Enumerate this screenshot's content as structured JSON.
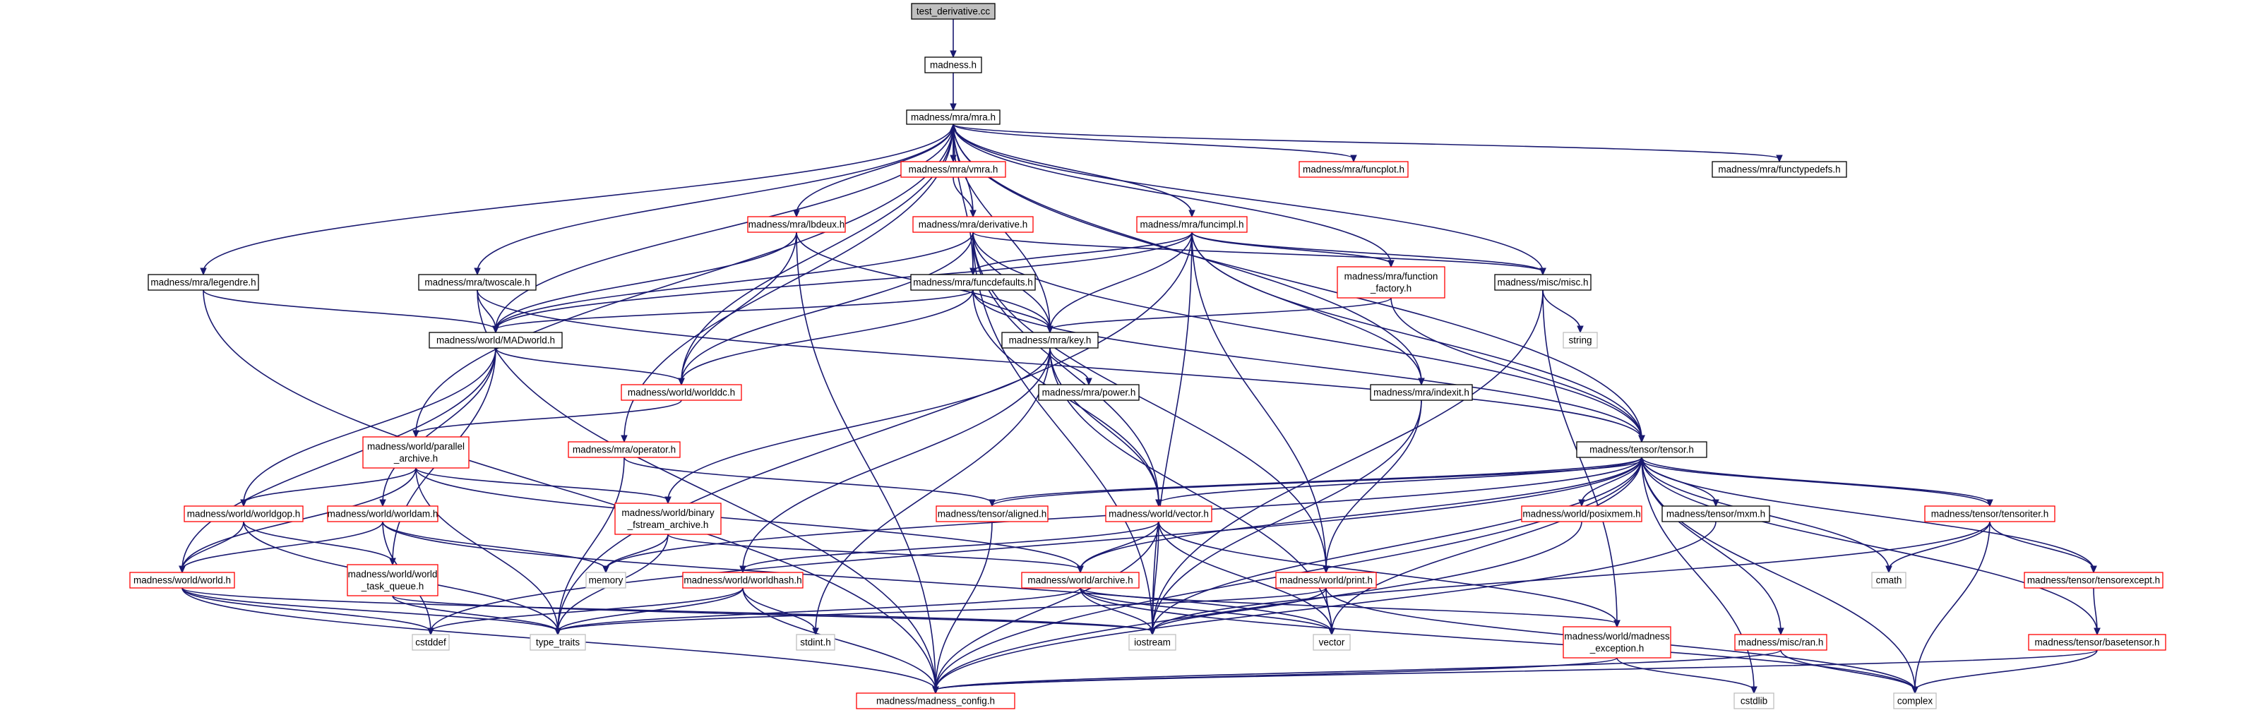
{
  "colors": {
    "edge": "#191970",
    "root_fill": "#bfbfbf",
    "border_documented": "#000000",
    "border_undocumented": "#ff0000",
    "border_system": "#bfbfbf"
  },
  "nodes": [
    {
      "id": "test_derivative",
      "lines": [
        "test_derivative.cc"
      ],
      "style": "root"
    },
    {
      "id": "madness_h",
      "lines": [
        "madness.h"
      ],
      "style": "documented"
    },
    {
      "id": "mra_h",
      "lines": [
        "madness/mra/mra.h"
      ],
      "style": "documented"
    },
    {
      "id": "vmra_h",
      "lines": [
        "madness/mra/vmra.h"
      ],
      "style": "undocumented"
    },
    {
      "id": "funcplot_h",
      "lines": [
        "madness/mra/funcplot.h"
      ],
      "style": "undocumented"
    },
    {
      "id": "functypedefs_h",
      "lines": [
        "madness/mra/functypedefs.h"
      ],
      "style": "documented"
    },
    {
      "id": "lbdeux_h",
      "lines": [
        "madness/mra/lbdeux.h"
      ],
      "style": "undocumented"
    },
    {
      "id": "derivative_h",
      "lines": [
        "madness/mra/derivative.h"
      ],
      "style": "undocumented"
    },
    {
      "id": "funcimpl_h",
      "lines": [
        "madness/mra/funcimpl.h"
      ],
      "style": "undocumented"
    },
    {
      "id": "legendre_h",
      "lines": [
        "madness/mra/legendre.h"
      ],
      "style": "documented"
    },
    {
      "id": "twoscale_h",
      "lines": [
        "madness/mra/twoscale.h"
      ],
      "style": "documented"
    },
    {
      "id": "funcdefaults_h",
      "lines": [
        "madness/mra/funcdefaults.h"
      ],
      "style": "documented"
    },
    {
      "id": "function_factory_h",
      "lines": [
        "madness/mra/function",
        "_factory.h"
      ],
      "style": "undocumented"
    },
    {
      "id": "misc_h",
      "lines": [
        "madness/misc/misc.h"
      ],
      "style": "documented"
    },
    {
      "id": "string",
      "lines": [
        "string"
      ],
      "style": "system"
    },
    {
      "id": "madworld_h",
      "lines": [
        "madness/world/MADworld.h"
      ],
      "style": "documented"
    },
    {
      "id": "key_h",
      "lines": [
        "madness/mra/key.h"
      ],
      "style": "documented"
    },
    {
      "id": "worlddc_h",
      "lines": [
        "madness/world/worlddc.h"
      ],
      "style": "undocumented"
    },
    {
      "id": "power_h",
      "lines": [
        "madness/mra/power.h"
      ],
      "style": "documented"
    },
    {
      "id": "indexit_h",
      "lines": [
        "madness/mra/indexit.h"
      ],
      "style": "documented"
    },
    {
      "id": "parallel_archive_h",
      "lines": [
        "madness/world/parallel",
        "_archive.h"
      ],
      "style": "undocumented"
    },
    {
      "id": "operator_h",
      "lines": [
        "madness/mra/operator.h"
      ],
      "style": "undocumented"
    },
    {
      "id": "tensor_h",
      "lines": [
        "madness/tensor/tensor.h"
      ],
      "style": "documented"
    },
    {
      "id": "worldgop_h",
      "lines": [
        "madness/world/worldgop.h"
      ],
      "style": "undocumented"
    },
    {
      "id": "worldam_h",
      "lines": [
        "madness/world/worldam.h"
      ],
      "style": "undocumented"
    },
    {
      "id": "binary_fstream_h",
      "lines": [
        "madness/world/binary",
        "_fstream_archive.h"
      ],
      "style": "undocumented"
    },
    {
      "id": "aligned_h",
      "lines": [
        "madness/tensor/aligned.h"
      ],
      "style": "undocumented"
    },
    {
      "id": "vector_h",
      "lines": [
        "madness/world/vector.h"
      ],
      "style": "undocumented"
    },
    {
      "id": "posixmem_h",
      "lines": [
        "madness/world/posixmem.h"
      ],
      "style": "undocumented"
    },
    {
      "id": "mxm_h",
      "lines": [
        "madness/tensor/mxm.h"
      ],
      "style": "documented"
    },
    {
      "id": "tensoriter_h",
      "lines": [
        "madness/tensor/tensoriter.h"
      ],
      "style": "undocumented"
    },
    {
      "id": "world_h",
      "lines": [
        "madness/world/world.h"
      ],
      "style": "undocumented"
    },
    {
      "id": "task_queue_h",
      "lines": [
        "madness/world/world",
        "_task_queue.h"
      ],
      "style": "undocumented"
    },
    {
      "id": "memory",
      "lines": [
        "memory"
      ],
      "style": "system"
    },
    {
      "id": "worldhash_h",
      "lines": [
        "madness/world/worldhash.h"
      ],
      "style": "undocumented"
    },
    {
      "id": "archive_h",
      "lines": [
        "madness/world/archive.h"
      ],
      "style": "undocumented"
    },
    {
      "id": "print_h",
      "lines": [
        "madness/world/print.h"
      ],
      "style": "undocumented"
    },
    {
      "id": "cmath",
      "lines": [
        "cmath"
      ],
      "style": "system"
    },
    {
      "id": "tensorexcept_h",
      "lines": [
        "madness/tensor/tensorexcept.h"
      ],
      "style": "undocumented"
    },
    {
      "id": "cstddef",
      "lines": [
        "cstddef"
      ],
      "style": "system"
    },
    {
      "id": "type_traits",
      "lines": [
        "type_traits"
      ],
      "style": "system"
    },
    {
      "id": "stdint_h",
      "lines": [
        "stdint.h"
      ],
      "style": "system"
    },
    {
      "id": "iostream",
      "lines": [
        "iostream"
      ],
      "style": "system"
    },
    {
      "id": "vector",
      "lines": [
        "vector"
      ],
      "style": "system"
    },
    {
      "id": "madness_exception_h",
      "lines": [
        "madness/world/madness",
        "_exception.h"
      ],
      "style": "undocumented"
    },
    {
      "id": "ran_h",
      "lines": [
        "madness/misc/ran.h"
      ],
      "style": "undocumented"
    },
    {
      "id": "basetensor_h",
      "lines": [
        "madness/tensor/basetensor.h"
      ],
      "style": "undocumented"
    },
    {
      "id": "madness_config_h",
      "lines": [
        "madness/madness_config.h"
      ],
      "style": "undocumented"
    },
    {
      "id": "cstdlib",
      "lines": [
        "cstdlib"
      ],
      "style": "system"
    },
    {
      "id": "complex",
      "lines": [
        "complex"
      ],
      "style": "system"
    }
  ],
  "edges": [
    [
      "test_derivative",
      "madness_h"
    ],
    [
      "madness_h",
      "mra_h"
    ],
    [
      "mra_h",
      "vmra_h"
    ],
    [
      "mra_h",
      "funcplot_h"
    ],
    [
      "mra_h",
      "functypedefs_h"
    ],
    [
      "mra_h",
      "lbdeux_h"
    ],
    [
      "mra_h",
      "derivative_h"
    ],
    [
      "mra_h",
      "funcimpl_h"
    ],
    [
      "mra_h",
      "legendre_h"
    ],
    [
      "mra_h",
      "twoscale_h"
    ],
    [
      "mra_h",
      "funcdefaults_h"
    ],
    [
      "mra_h",
      "function_factory_h"
    ],
    [
      "mra_h",
      "misc_h"
    ],
    [
      "mra_h",
      "madworld_h"
    ],
    [
      "mra_h",
      "key_h"
    ],
    [
      "mra_h",
      "worlddc_h"
    ],
    [
      "mra_h",
      "indexit_h"
    ],
    [
      "mra_h",
      "parallel_archive_h"
    ],
    [
      "mra_h",
      "operator_h"
    ],
    [
      "mra_h",
      "tensor_h"
    ],
    [
      "vmra_h",
      "mra_h"
    ],
    [
      "vmra_h",
      "derivative_h"
    ],
    [
      "lbdeux_h",
      "madworld_h"
    ],
    [
      "lbdeux_h",
      "key_h"
    ],
    [
      "lbdeux_h",
      "worlddc_h"
    ],
    [
      "lbdeux_h",
      "madness_config_h"
    ],
    [
      "derivative_h",
      "funcdefaults_h"
    ],
    [
      "derivative_h",
      "key_h"
    ],
    [
      "derivative_h",
      "misc_h"
    ],
    [
      "derivative_h",
      "tensor_h"
    ],
    [
      "derivative_h",
      "madworld_h"
    ],
    [
      "derivative_h",
      "worlddc_h"
    ],
    [
      "derivative_h",
      "vector_h"
    ],
    [
      "derivative_h",
      "print_h"
    ],
    [
      "derivative_h",
      "iostream"
    ],
    [
      "funcimpl_h",
      "funcdefaults_h"
    ],
    [
      "funcimpl_h",
      "function_factory_h"
    ],
    [
      "funcimpl_h",
      "misc_h"
    ],
    [
      "funcimpl_h",
      "key_h"
    ],
    [
      "funcimpl_h",
      "indexit_h"
    ],
    [
      "funcimpl_h",
      "tensor_h"
    ],
    [
      "funcimpl_h",
      "madworld_h"
    ],
    [
      "funcimpl_h",
      "print_h"
    ],
    [
      "funcimpl_h",
      "iostream"
    ],
    [
      "funcimpl_h",
      "type_traits"
    ],
    [
      "legendre_h",
      "madworld_h"
    ],
    [
      "legendre_h",
      "madness_config_h"
    ],
    [
      "twoscale_h",
      "madworld_h"
    ],
    [
      "twoscale_h",
      "tensor_h"
    ],
    [
      "twoscale_h",
      "madness_config_h"
    ],
    [
      "funcdefaults_h",
      "madworld_h"
    ],
    [
      "funcdefaults_h",
      "key_h"
    ],
    [
      "funcdefaults_h",
      "tensor_h"
    ],
    [
      "funcdefaults_h",
      "worlddc_h"
    ],
    [
      "funcdefaults_h",
      "vector_h"
    ],
    [
      "function_factory_h",
      "key_h"
    ],
    [
      "function_factory_h",
      "tensor_h"
    ],
    [
      "misc_h",
      "string"
    ],
    [
      "misc_h",
      "iostream"
    ],
    [
      "misc_h",
      "madness_exception_h"
    ],
    [
      "madworld_h",
      "worlddc_h"
    ],
    [
      "madworld_h",
      "worldgop_h"
    ],
    [
      "madworld_h",
      "worldam_h"
    ],
    [
      "madworld_h",
      "world_h"
    ],
    [
      "madworld_h",
      "task_queue_h"
    ],
    [
      "key_h",
      "power_h"
    ],
    [
      "key_h",
      "vector_h"
    ],
    [
      "key_h",
      "binary_fstream_h"
    ],
    [
      "key_h",
      "worldhash_h"
    ],
    [
      "key_h",
      "vector"
    ],
    [
      "key_h",
      "stdint_h"
    ],
    [
      "worlddc_h",
      "parallel_archive_h"
    ],
    [
      "indexit_h",
      "print_h"
    ],
    [
      "indexit_h",
      "iostream"
    ],
    [
      "parallel_archive_h",
      "worldgop_h"
    ],
    [
      "parallel_archive_h",
      "world_h"
    ],
    [
      "parallel_archive_h",
      "binary_fstream_h"
    ],
    [
      "parallel_archive_h",
      "type_traits"
    ],
    [
      "parallel_archive_h",
      "archive_h"
    ],
    [
      "operator_h",
      "aligned_h"
    ],
    [
      "operator_h",
      "type_traits"
    ],
    [
      "tensor_h",
      "aligned_h"
    ],
    [
      "tensor_h",
      "vector_h"
    ],
    [
      "tensor_h",
      "posixmem_h"
    ],
    [
      "tensor_h",
      "mxm_h"
    ],
    [
      "tensor_h",
      "tensoriter_h"
    ],
    [
      "tensor_h",
      "tensorexcept_h"
    ],
    [
      "tensor_h",
      "cmath"
    ],
    [
      "tensor_h",
      "complex"
    ],
    [
      "tensor_h",
      "archive_h"
    ],
    [
      "tensor_h",
      "memory"
    ],
    [
      "tensor_h",
      "cstddef"
    ],
    [
      "tensor_h",
      "iostream"
    ],
    [
      "tensor_h",
      "vector"
    ],
    [
      "tensor_h",
      "ran_h"
    ],
    [
      "tensor_h",
      "basetensor_h"
    ],
    [
      "tensor_h",
      "madness_config_h"
    ],
    [
      "tensor_h",
      "cstdlib"
    ],
    [
      "tensoriter_h",
      "tensor_h"
    ],
    [
      "tensoriter_h",
      "cmath"
    ],
    [
      "tensoriter_h",
      "complex"
    ],
    [
      "tensoriter_h",
      "iostream"
    ],
    [
      "tensoriter_h",
      "tensorexcept_h"
    ],
    [
      "aligned_h",
      "tensor_h"
    ],
    [
      "aligned_h",
      "madness_config_h"
    ],
    [
      "worldgop_h",
      "world_h"
    ],
    [
      "worldgop_h",
      "task_queue_h"
    ],
    [
      "worldgop_h",
      "type_traits"
    ],
    [
      "worldam_h",
      "world_h"
    ],
    [
      "worldam_h",
      "memory"
    ],
    [
      "worldam_h",
      "cstddef"
    ],
    [
      "worldam_h",
      "vector"
    ],
    [
      "binary_fstream_h",
      "memory"
    ],
    [
      "binary_fstream_h",
      "type_traits"
    ],
    [
      "binary_fstream_h",
      "archive_h"
    ],
    [
      "vector_h",
      "archive_h"
    ],
    [
      "vector_h",
      "worldhash_h"
    ],
    [
      "vector_h",
      "iostream"
    ],
    [
      "vector_h",
      "vector"
    ],
    [
      "vector_h",
      "madness_exception_h"
    ],
    [
      "vector_h",
      "madness_config_h"
    ],
    [
      "world_h",
      "cstddef"
    ],
    [
      "world_h",
      "type_traits"
    ],
    [
      "world_h",
      "iostream"
    ],
    [
      "world_h",
      "madness_config_h"
    ],
    [
      "task_queue_h",
      "type_traits"
    ],
    [
      "task_queue_h",
      "iostream"
    ],
    [
      "worldhash_h",
      "stdint_h"
    ],
    [
      "worldhash_h",
      "cstddef"
    ],
    [
      "worldhash_h",
      "type_traits"
    ],
    [
      "worldhash_h",
      "madness_config_h"
    ],
    [
      "archive_h",
      "type_traits"
    ],
    [
      "archive_h",
      "iostream"
    ],
    [
      "archive_h",
      "vector"
    ],
    [
      "archive_h",
      "madness_exception_h"
    ],
    [
      "archive_h",
      "complex"
    ],
    [
      "print_h",
      "type_traits"
    ],
    [
      "print_h",
      "iostream"
    ],
    [
      "print_h",
      "vector"
    ],
    [
      "print_h",
      "complex"
    ],
    [
      "posixmem_h",
      "madness_config_h"
    ],
    [
      "mxm_h",
      "madness_config_h"
    ],
    [
      "tensorexcept_h",
      "basetensor_h"
    ],
    [
      "madness_exception_h",
      "madness_config_h"
    ],
    [
      "madness_exception_h",
      "cstdlib"
    ],
    [
      "ran_h",
      "madness_config_h"
    ],
    [
      "ran_h",
      "complex"
    ],
    [
      "basetensor_h",
      "madness_config_h"
    ],
    [
      "basetensor_h",
      "complex"
    ]
  ]
}
